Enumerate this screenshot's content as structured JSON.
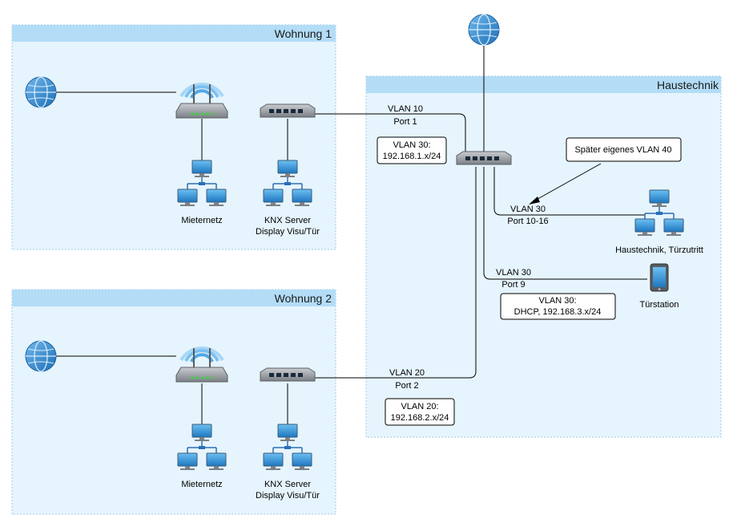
{
  "zones": {
    "wohnung1": {
      "title": "Wohnung 1"
    },
    "wohnung2": {
      "title": "Wohnung 2"
    },
    "haustechnik": {
      "title": "Haustechnik"
    }
  },
  "wohnung1": {
    "mieternetz": "Mieternetz",
    "knx_line1": "KNX Server",
    "knx_line2": "Display Visu/Tür"
  },
  "wohnung2": {
    "mieternetz": "Mieternetz",
    "knx_line1": "KNX Server",
    "knx_line2": "Display Visu/Tür"
  },
  "links": {
    "vlan10": "VLAN 10",
    "port1": "Port 1",
    "vlan20": "VLAN 20",
    "port2": "Port 2",
    "vlan30_a": "VLAN 30",
    "port10_16": "Port 10-16",
    "vlan30_b": "VLAN 30",
    "port9": "Port 9"
  },
  "notes": {
    "vlan30_subnet_l1": "VLAN 30:",
    "vlan30_subnet_l2": "192.168.1.x/24",
    "vlan20_subnet_l1": "VLAN 20:",
    "vlan20_subnet_l2": "192.168.2.x/24",
    "dhcp_l1": "VLAN 30:",
    "dhcp_l2": "DHCP, 192.168.3.x/24",
    "future": "Später eigenes VLAN 40"
  },
  "devices": {
    "haustechnik_pcs": "Haustechnik, Türzutritt",
    "tuerstation": "Türstation"
  },
  "colors": {
    "zone_fill": "#e6f4fd",
    "zone_header": "#b3dcf7",
    "zone_border": "#9fc9e6"
  }
}
